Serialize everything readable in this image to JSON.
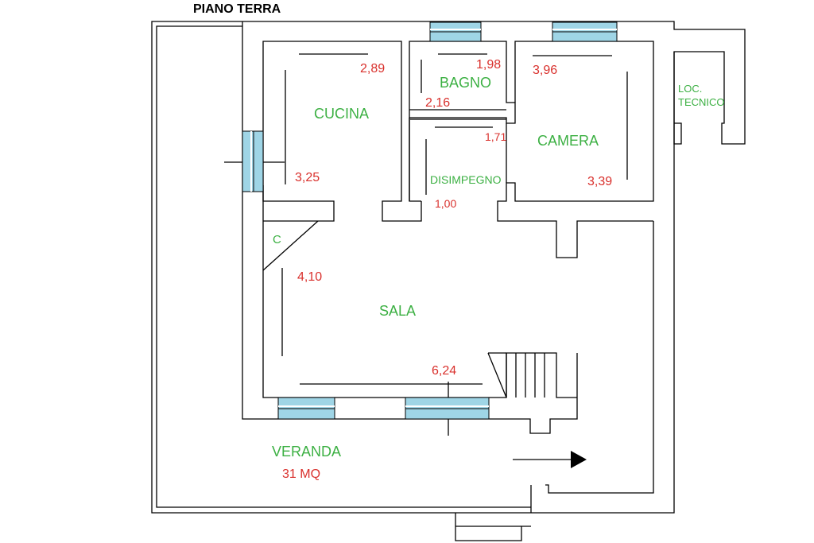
{
  "title": "PIANO TERRA",
  "colors": {
    "wall": "#000000",
    "room_label": "#3cb043",
    "dimension": "#d9302c",
    "window": "#9fd5e6"
  },
  "rooms": {
    "cucina": "CUCINA",
    "bagno": "BAGNO",
    "camera": "CAMERA",
    "disimpegno": "DISIMPEGNO",
    "sala": "SALA",
    "veranda": "VERANDA",
    "veranda_area": "31 MQ",
    "loc_tecnico_1": "LOC.",
    "loc_tecnico_2": "TECNICO",
    "closet": "C"
  },
  "dimensions": {
    "cucina_w": "2,89",
    "cucina_h": "3,25",
    "bagno_w": "1,98",
    "bagno_h": "2,16",
    "camera_w": "3,96",
    "camera_h": "3,39",
    "disimpegno_w": "1,71",
    "disimpegno_h": "1,00",
    "sala_h": "4,10",
    "sala_w": "6,24"
  },
  "icons": {
    "entrance": "arrow-right-icon",
    "stairs": "stairs-icon"
  }
}
